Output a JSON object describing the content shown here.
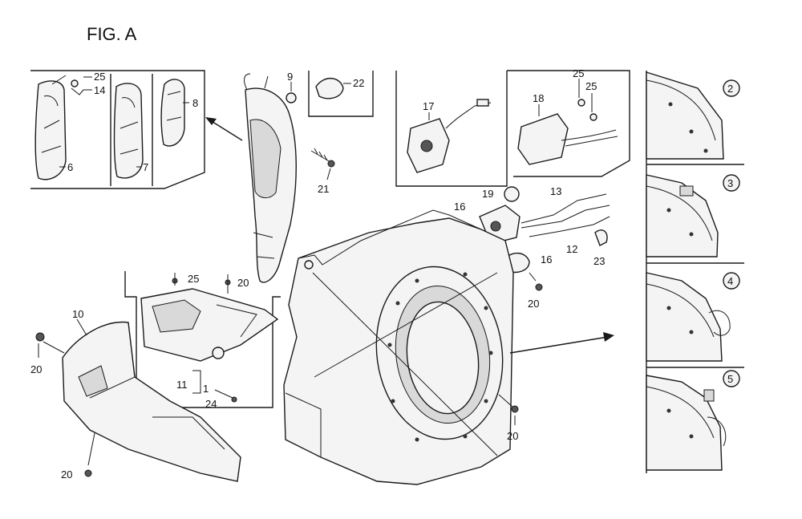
{
  "figure": {
    "title": "FIG. A"
  },
  "callouts": {
    "c25a": "25",
    "c14": "14",
    "c8": "8",
    "c6": "6",
    "c7": "7",
    "c9": "9",
    "c22": "22",
    "c21": "21",
    "c17": "17",
    "c18": "18",
    "c25b": "25",
    "c25c": "25",
    "c19": "19",
    "c13": "13",
    "c16a": "16",
    "c16b": "16",
    "c12": "12",
    "c23": "23",
    "c20a": "20",
    "c25d": "25",
    "c20b": "20",
    "c10": "10",
    "c20c": "20",
    "c11": "11",
    "c1": "1",
    "c24": "24",
    "c20d": "20",
    "c20e": "20"
  },
  "variants": {
    "v2": "2",
    "v3": "3",
    "v4": "4",
    "v5": "5"
  }
}
